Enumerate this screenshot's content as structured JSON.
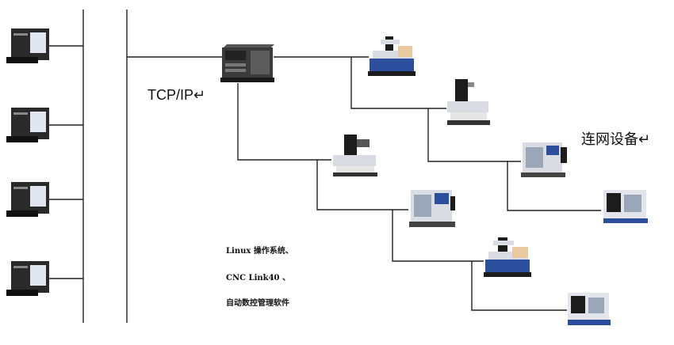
{
  "labels": {
    "protocol": "TCP/IP↵",
    "networked_devices": "连网设备↵"
  },
  "notes": [
    "Linux 操作系统、",
    "CNC Link40 、",
    "自动数控管理软件"
  ],
  "colors": {
    "wire": "#222222",
    "terminal_body": "#2a2a2a",
    "terminal_screen": "#dfe6ee",
    "machine_body": "#d9dde3",
    "machine_blue": "#2b4f9c",
    "machine_dark": "#1c1c1c"
  }
}
